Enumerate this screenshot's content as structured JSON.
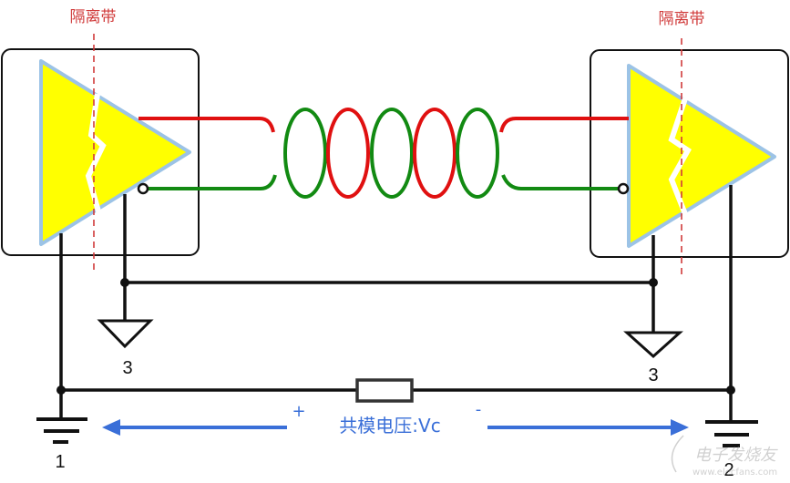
{
  "isolation_label_left": "隔离带",
  "isolation_label_right": "隔离带",
  "ground_labels": {
    "left_signal": "3",
    "right_signal": "3",
    "earth_left": "1",
    "earth_right": "2"
  },
  "voltage": {
    "label": "共模电压:Vc",
    "plus": "+",
    "minus": "-"
  },
  "watermark": {
    "brand": "电子发烧友",
    "url": "www.elecfans.com"
  },
  "colors": {
    "red_wire": "#e01010",
    "green_wire": "#128a12",
    "amplifier_fill": "#ffff00",
    "amplifier_border": "#9cc3e6",
    "isolation": "#d03a3a",
    "arrow": "#3a6fd8"
  }
}
